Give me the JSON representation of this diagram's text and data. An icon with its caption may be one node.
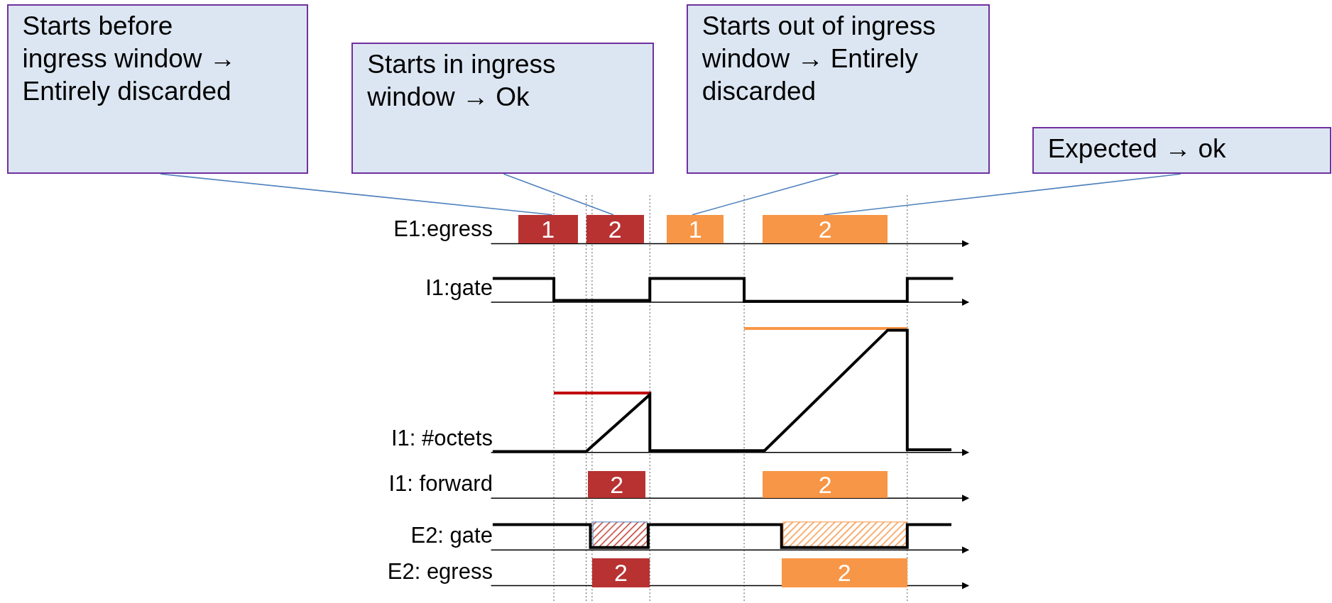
{
  "diagram": {
    "nodes": [
      {
        "text": [
          "Starts before ingress window → Entirely discarded"
        ]
      },
      {
        "text": [
          "Starts in ingress window → Ok"
        ]
      },
      {
        "text": [
          "Starts out of ingress window → Entirely discarded"
        ]
      },
      {
        "text": [
          "Expected → ok"
        ]
      },
      {
        "text": [
          "1"
        ]
      },
      {
        "text": [
          "2"
        ]
      },
      {
        "text": [
          "1"
        ]
      },
      {
        "text": [
          "2"
        ]
      },
      {
        "text": [
          "2"
        ]
      },
      {
        "text": [
          "2"
        ]
      },
      {
        "text": [
          "2"
        ]
      },
      {
        "text": [
          "2"
        ]
      }
    ],
    "edges": [
      {
        "from": 0,
        "to": 4,
        "arrow": "none"
      },
      {
        "from": 1,
        "to": 5,
        "arrow": "none"
      },
      {
        "from": 2,
        "to": 6,
        "arrow": "none"
      },
      {
        "from": 3,
        "to": 7,
        "arrow": "none"
      }
    ],
    "labels": [
      "E1:egress",
      "I1:gate",
      "I1: #octets",
      "I1: forward",
      "E2: gate",
      "E2: egress"
    ]
  }
}
